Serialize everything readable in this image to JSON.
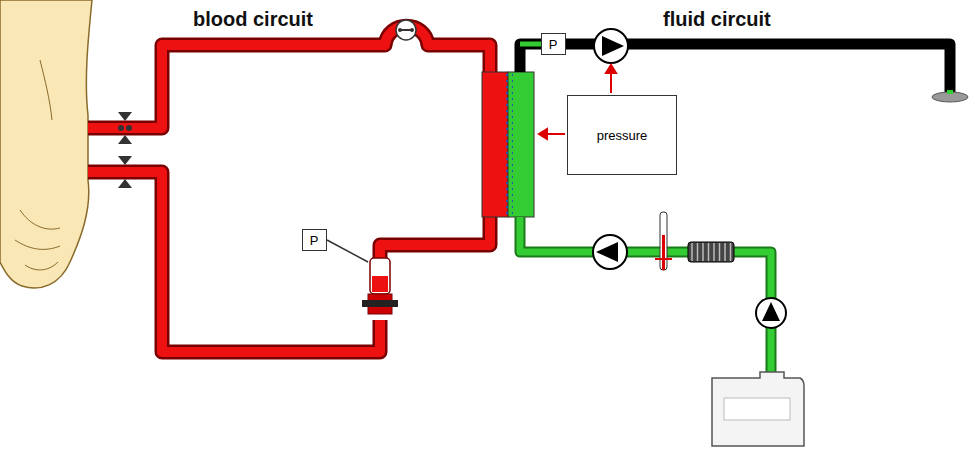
{
  "diagram": {
    "nodes": [
      {
        "text": [
          "P"
        ]
      },
      {
        "text": [
          "pressure"
        ]
      },
      {
        "text": [
          "P"
        ]
      }
    ],
    "labels": [
      "blood circuit",
      "fluid circuit"
    ]
  }
}
